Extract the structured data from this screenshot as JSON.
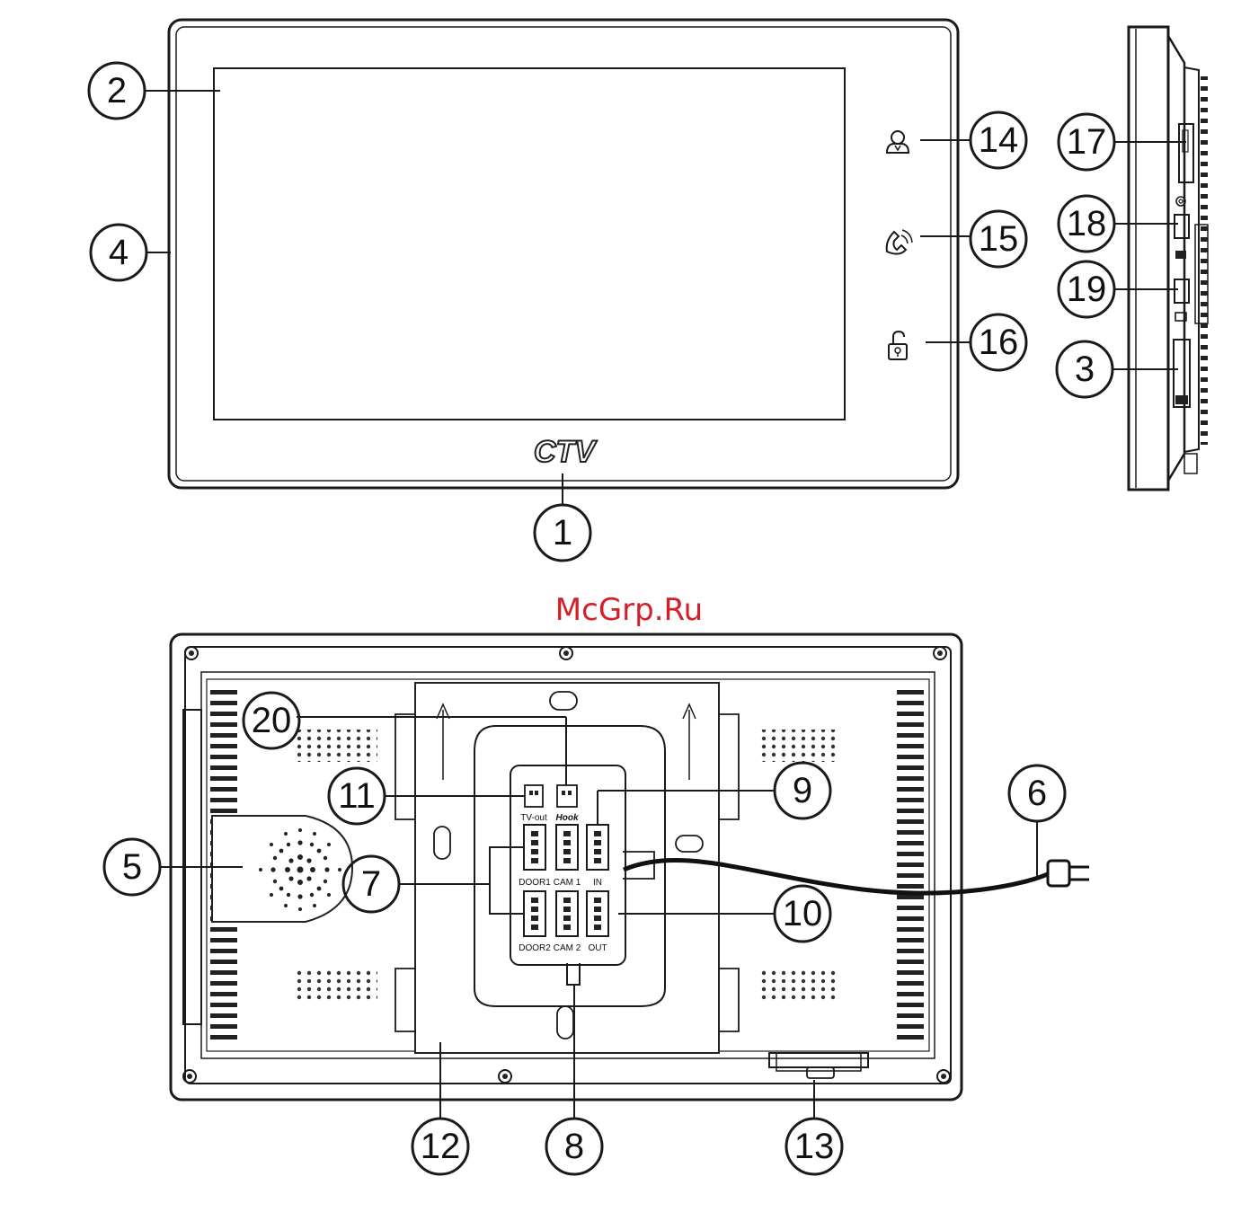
{
  "logo_text": "CTV",
  "watermark": {
    "text": "McGrp.Ru",
    "color": "#d32027"
  },
  "icons": {
    "contact": "user-icon",
    "talk": "phone-icon",
    "unlock": "unlock-icon"
  },
  "connectors": {
    "tv_out": "TV-out",
    "hook": "Hook",
    "door1": "DOOR1",
    "door2": "DOOR2",
    "cam1": "CAM 1",
    "cam2": "CAM 2",
    "in": "IN",
    "out": "OUT"
  },
  "callouts": {
    "c1": "1",
    "c2": "2",
    "c3": "3",
    "c4": "4",
    "c5": "5",
    "c6": "6",
    "c7": "7",
    "c8": "8",
    "c9": "9",
    "c10": "10",
    "c11": "11",
    "c12": "12",
    "c13": "13",
    "c14": "14",
    "c15": "15",
    "c16": "16",
    "c17": "17",
    "c18": "18",
    "c19": "19",
    "c20": "20"
  }
}
